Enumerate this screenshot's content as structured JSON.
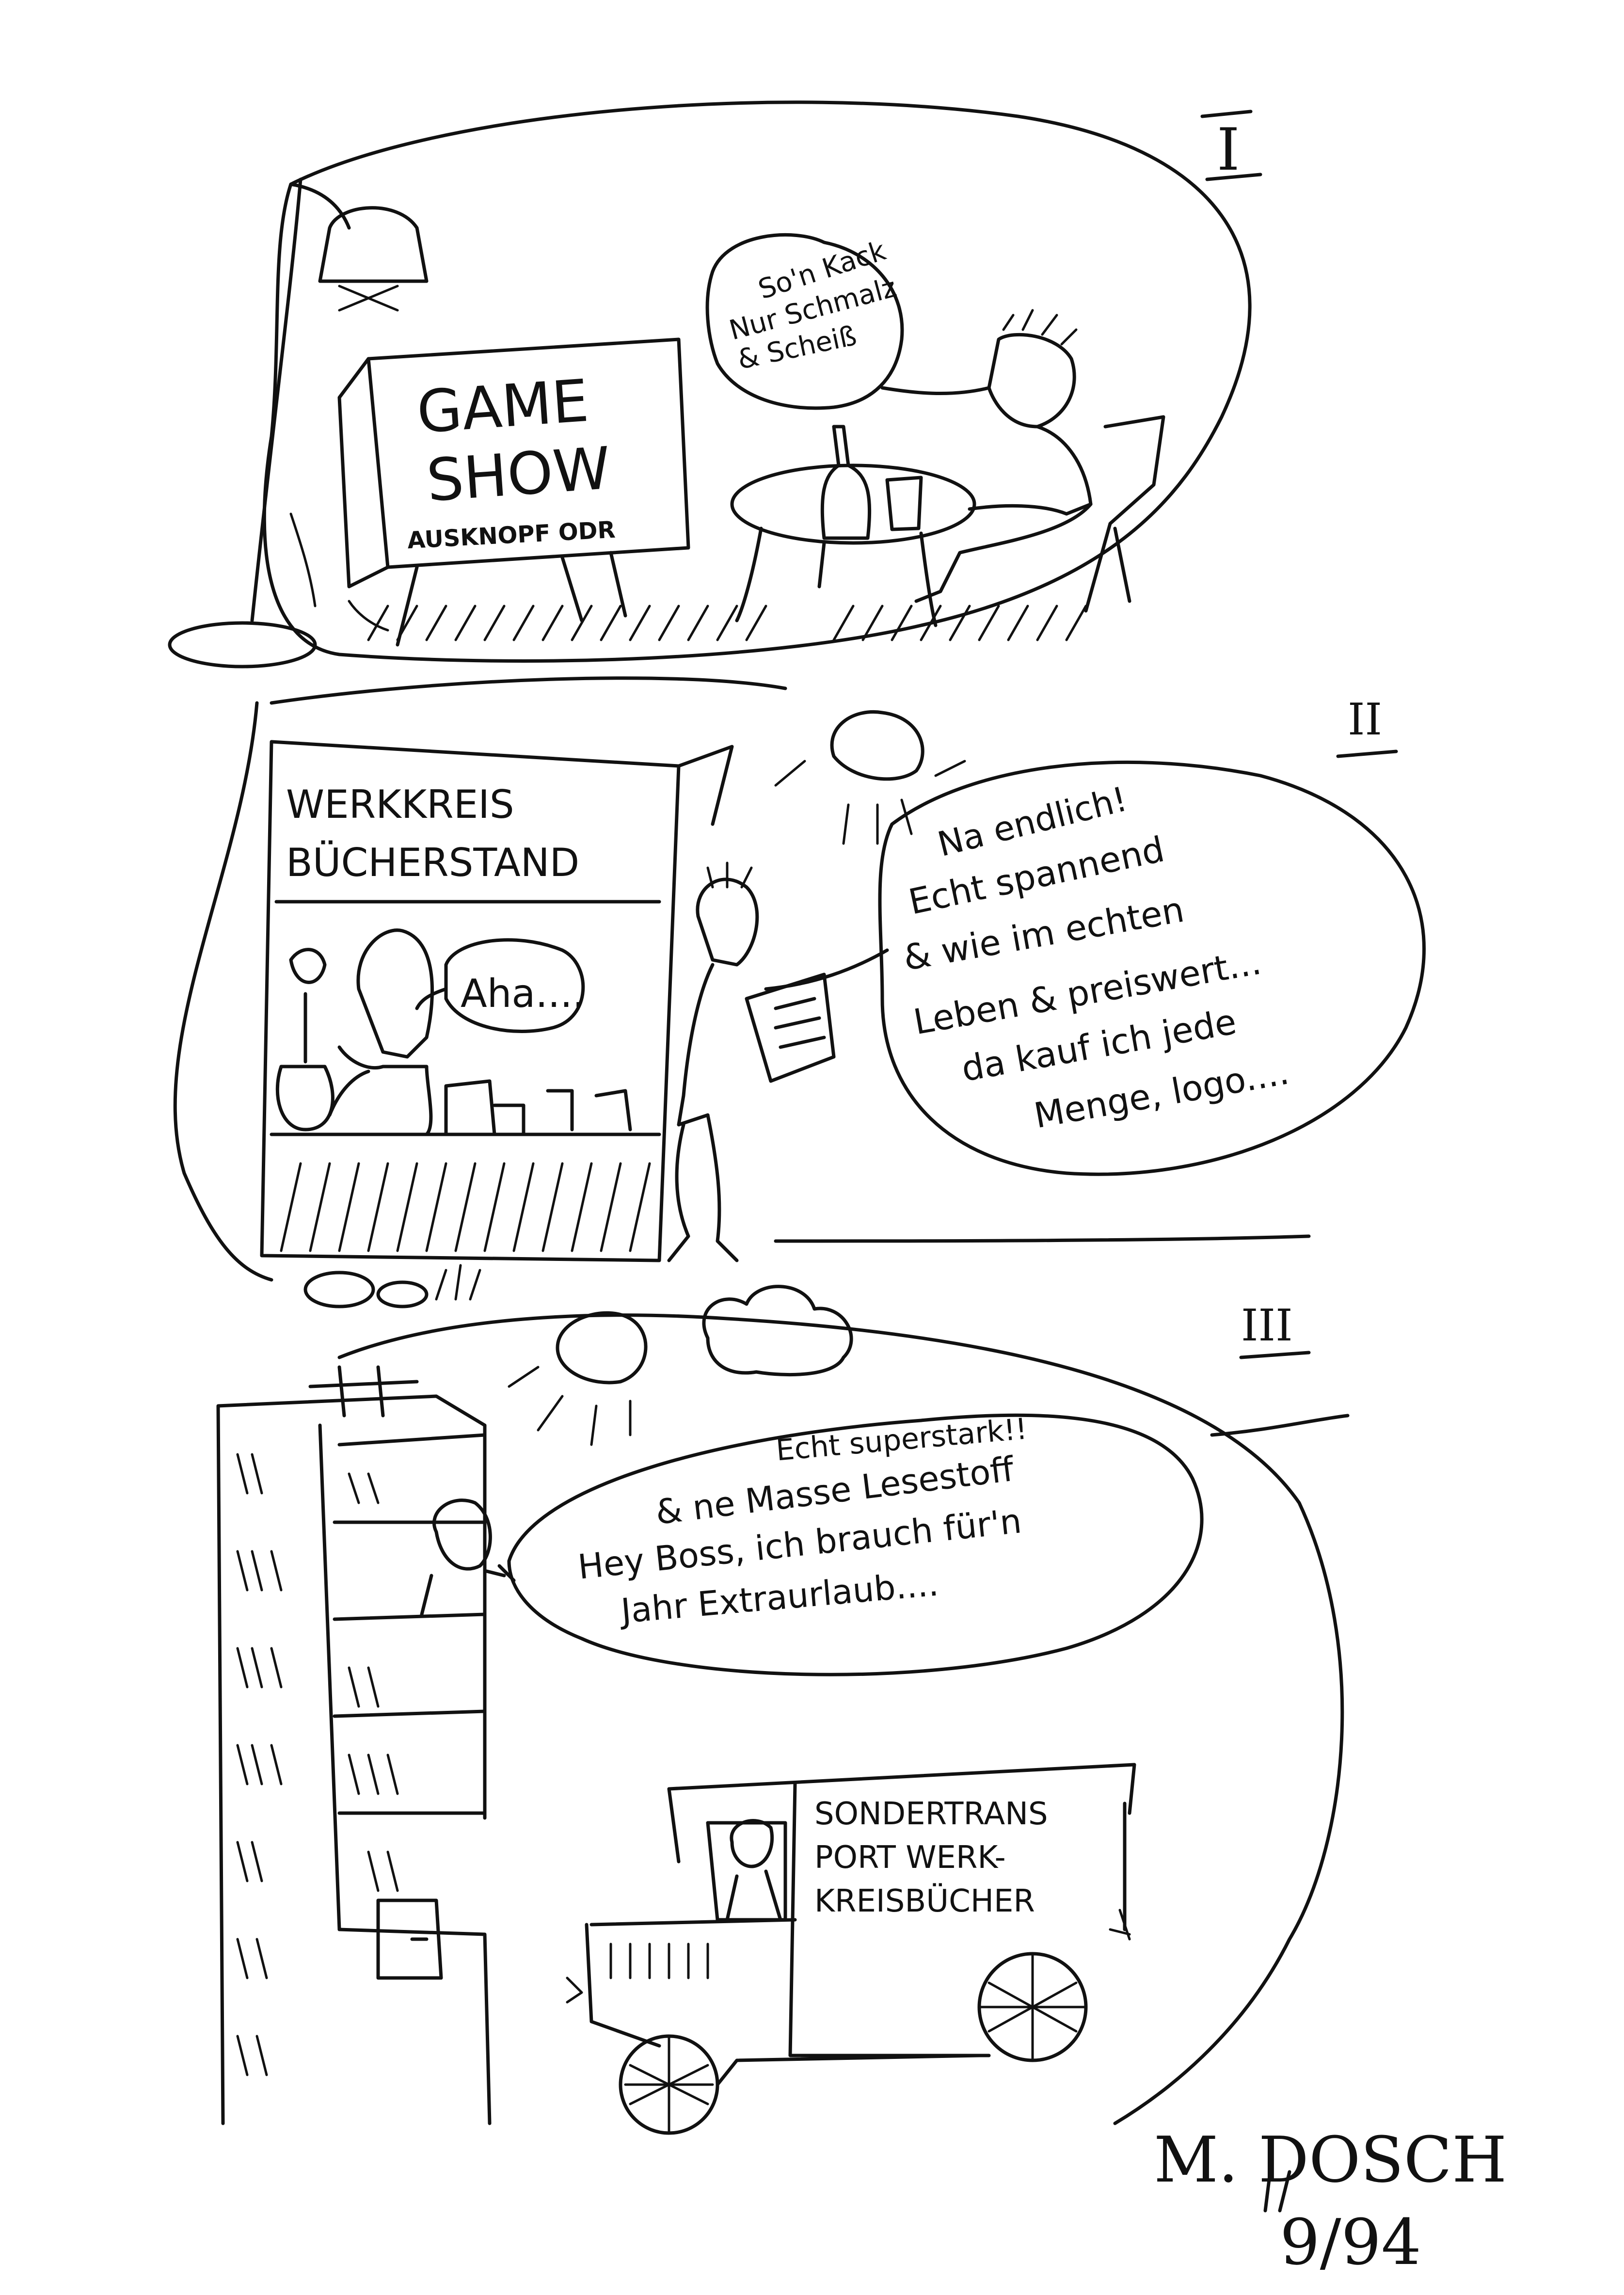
{
  "panels": [
    {
      "number": "I",
      "tv": {
        "line1": "GAME",
        "line2": "SHOW",
        "caption": "AUSKNOPF ODR"
      },
      "speech": [
        "So'n Kack",
        "Nur Schmalz",
        "& Scheiß"
      ]
    },
    {
      "number": "II",
      "stand_sign": [
        "WERKKREIS",
        "BÜCHERSTAND"
      ],
      "clerk_speech": "Aha....",
      "customer_speech": [
        "Na endlich!",
        "Echt spannend",
        "& wie im echten",
        "Leben & preiswert...",
        "da kauf ich jede",
        "Menge, logo...."
      ]
    },
    {
      "number": "III",
      "speech": [
        "Echt superstark!!",
        "& ne Masse Lesestoff",
        "Hey Boss, ich brauch für'n",
        "Jahr Extraurlaub...."
      ],
      "truck_sign": [
        "SONDERTRANS",
        "PORT WERK-",
        "KREISBÜCHER"
      ]
    }
  ],
  "signature": {
    "name": "M. DOSCH",
    "date": "9/94"
  }
}
